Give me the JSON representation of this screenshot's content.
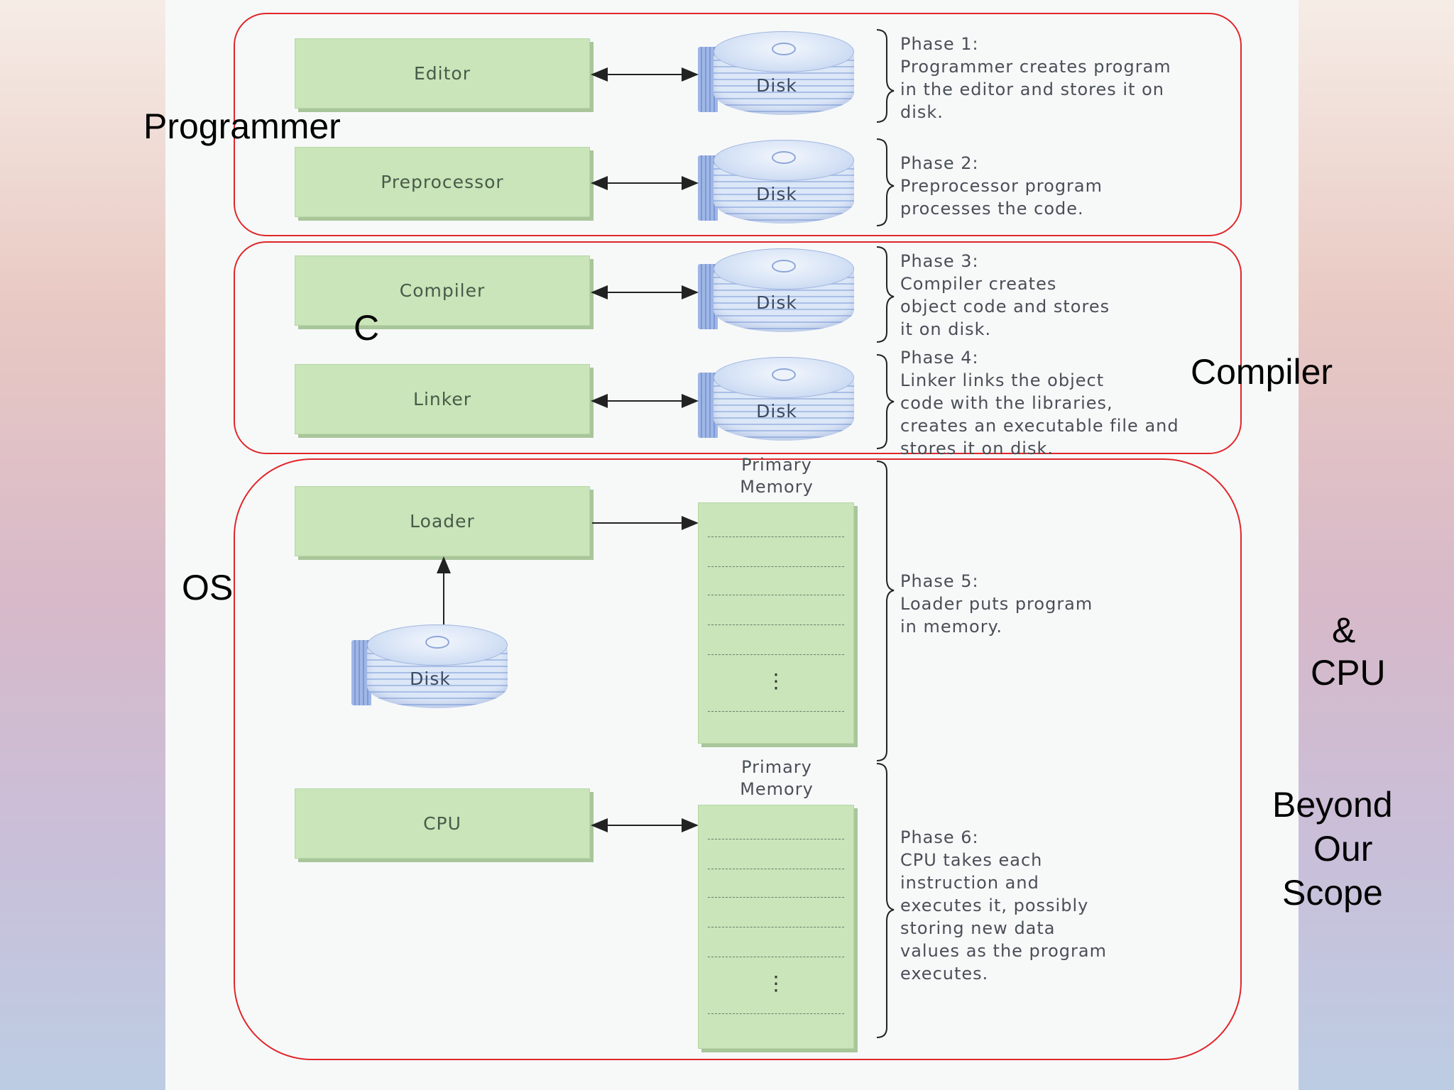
{
  "boxes": {
    "editor": "Editor",
    "preprocessor": "Preprocessor",
    "compiler": "Compiler",
    "linker": "Linker",
    "loader": "Loader",
    "cpu": "CPU"
  },
  "disk_label": "Disk",
  "memory_label": "Primary\nMemory",
  "memory_ellipsis": "⋮",
  "phases": {
    "p1": "Phase 1:\nProgrammer creates program\nin the editor and stores it on\ndisk.",
    "p2": "Phase 2:\nPreprocessor program\nprocesses the code.",
    "p3": "Phase 3:\nCompiler creates\nobject code and stores\nit on disk.",
    "p4": "Phase 4:\nLinker links the object\ncode with the libraries,\ncreates an executable file and\nstores it on disk.",
    "p5": "Phase 5:\nLoader puts program\nin memory.",
    "p6": "Phase 6:\nCPU takes each\ninstruction and\nexecutes it, possibly\nstoring new data\nvalues as the program\nexecutes."
  },
  "annotations": {
    "programmer": "Programmer",
    "c": "C",
    "compiler": "Compiler",
    "os": "OS",
    "ampersand": "&",
    "cpu": "CPU",
    "beyond": "Beyond",
    "our": "Our",
    "scope": "Scope"
  },
  "colors": {
    "region_border": "#e0262a",
    "box_fill": "#c9e5b9",
    "disk_blue": "#a9bfe7"
  }
}
